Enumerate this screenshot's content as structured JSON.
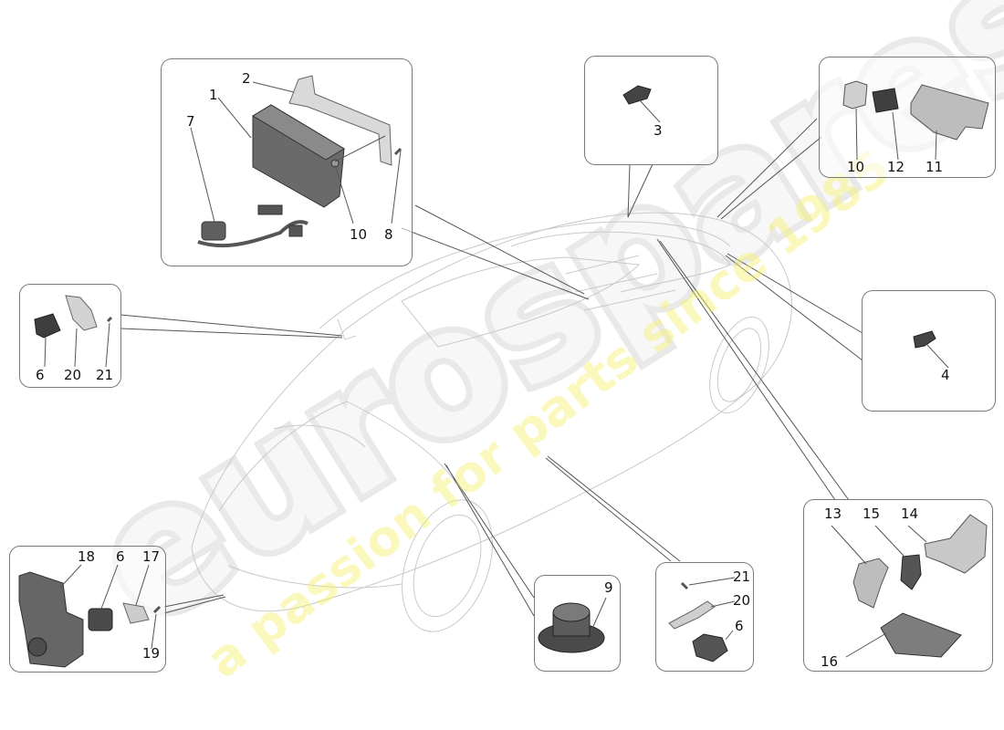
{
  "diagram": {
    "type": "exploded parts diagram",
    "subject": "vehicle electronic control units, sensors and speakers",
    "background_color": "#ffffff",
    "line_color": "#555555",
    "box_border_color": "#7a7a7a",
    "part_fill_color": "#6e6e6e"
  },
  "watermark": {
    "brand": "eurospares",
    "tagline": "a passion for parts since 1985",
    "brand_color": "#e6e6e6",
    "tagline_color": "#f7f27a"
  },
  "callouts": [
    {
      "id": "box-ecu",
      "labels": [
        "1",
        "2",
        "7",
        "10",
        "8"
      ],
      "parts": [
        "control unit",
        "bracket",
        "wiring harness",
        "screw",
        "bolt"
      ]
    },
    {
      "id": "box-3",
      "labels": [
        "3"
      ],
      "parts": [
        "sensor"
      ]
    },
    {
      "id": "box-10-12-11",
      "labels": [
        "10",
        "12",
        "11"
      ],
      "parts": [
        "clip",
        "sensor",
        "cover bracket"
      ]
    },
    {
      "id": "box-6-20-21-left",
      "labels": [
        "6",
        "20",
        "21"
      ],
      "parts": [
        "camera",
        "bracket",
        "screw"
      ]
    },
    {
      "id": "box-4",
      "labels": [
        "4"
      ],
      "parts": [
        "sensor"
      ]
    },
    {
      "id": "box-18-6-17-19",
      "labels": [
        "18",
        "6",
        "17",
        "19"
      ],
      "parts": [
        "camera housing",
        "camera",
        "bracket",
        "screw"
      ]
    },
    {
      "id": "box-9",
      "labels": [
        "9"
      ],
      "parts": [
        "speaker"
      ]
    },
    {
      "id": "box-21-20-6",
      "labels": [
        "21",
        "20",
        "6"
      ],
      "parts": [
        "screw",
        "bracket",
        "camera"
      ]
    },
    {
      "id": "box-13-15-14-16",
      "labels": [
        "13",
        "15",
        "14",
        "16"
      ],
      "parts": [
        "bracket",
        "sensor",
        "mount bracket",
        "tray"
      ]
    }
  ]
}
